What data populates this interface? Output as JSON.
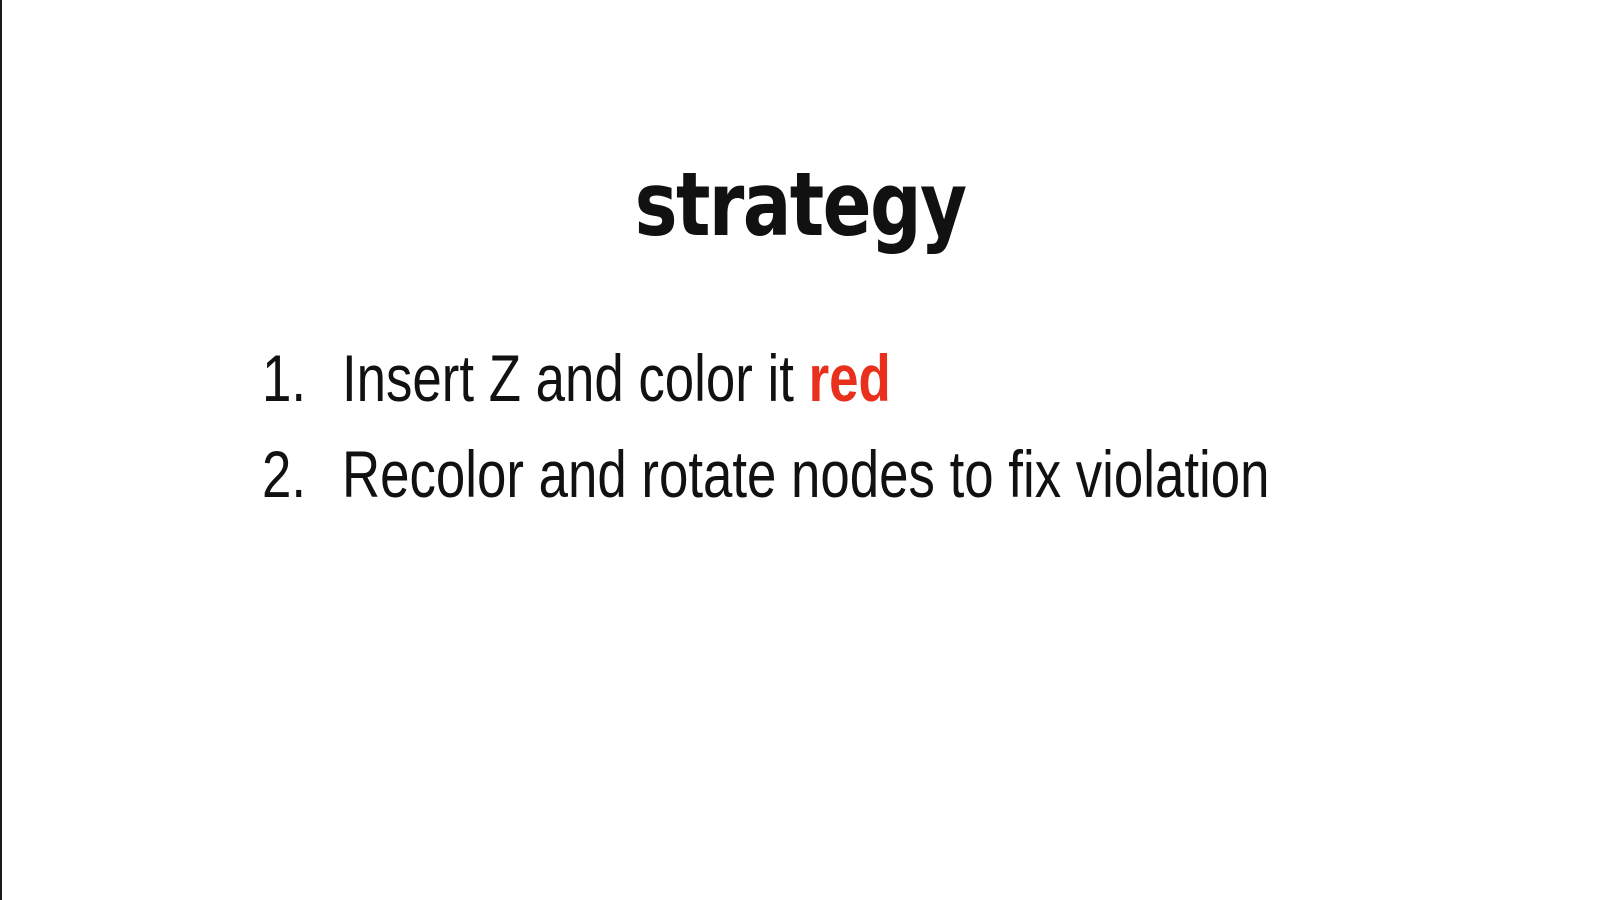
{
  "slide": {
    "title": "strategy",
    "steps": [
      {
        "number": "1.",
        "text": "Insert Z and color it ",
        "highlight": "red"
      },
      {
        "number": "2.",
        "text": "Recolor and rotate nodes to fix violation"
      }
    ]
  },
  "colors": {
    "background": "#ffffff",
    "text": "#111111",
    "accent_red": "#e8301c"
  }
}
